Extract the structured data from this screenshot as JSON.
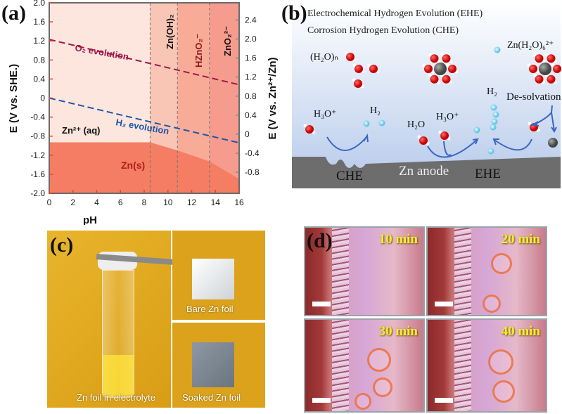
{
  "panel_a": {
    "label": "(a)",
    "y_left_label": "E (V vs. SHE.)",
    "y_right_label": "E (V vs. Zn²⁺/Zn)",
    "x_label": "pH",
    "region_labels": {
      "zn2": "Zn²⁺ (aq)",
      "znoh2": "Zn(OH)₂",
      "hzno2": "HZnO₂⁻",
      "zno2": "ZnO₂²⁻",
      "zns": "Zn(s)"
    },
    "line_labels": {
      "o2": "O₂ evolution",
      "h2": "H₂ evolution"
    }
  },
  "chart_data": {
    "type": "line",
    "title": "",
    "xlabel": "pH",
    "ylabel": "E (V vs. SHE.)",
    "y2label": "E (V vs. Zn²⁺/Zn)",
    "xlim": [
      0,
      16
    ],
    "ylim": [
      -2.0,
      2.0
    ],
    "x_ticks": [
      "0",
      "2",
      "4",
      "6",
      "8",
      "10",
      "12",
      "14",
      "16"
    ],
    "y_ticks": [
      "2.0",
      "1.6",
      "1.2",
      "0.8",
      "0.4",
      "0",
      "-0.4",
      "-0.8",
      "-1.2",
      "-1.6",
      "-2.0"
    ],
    "y2_ticks": [
      "2.4",
      "2.0",
      "1.6",
      "1.2",
      "0.8",
      "0.4",
      "0",
      "-0.4",
      "-0.8"
    ],
    "y2_offset": 0.76,
    "series": [
      {
        "name": "O₂ evolution",
        "x": [
          0,
          16
        ],
        "y": [
          1.23,
          0.28
        ],
        "color": "#a0184a",
        "dashed": true
      },
      {
        "name": "H₂ evolution",
        "x": [
          0,
          16
        ],
        "y": [
          0.0,
          -0.94
        ],
        "color": "#1f56a8",
        "dashed": true
      },
      {
        "name": "Zn(s) boundary",
        "x": [
          0,
          8.5,
          10.8,
          13.5,
          16
        ],
        "y": [
          -0.93,
          -0.93,
          -1.1,
          -1.33,
          -1.7
        ],
        "color": "#f07a60",
        "dashed": false
      }
    ],
    "phase_boundaries_pH": [
      8.5,
      10.8,
      13.5
    ],
    "region_colors": {
      "zn2": "#fde6de",
      "znoh2": "#f9c6b6",
      "hzno2": "#f8ac98",
      "zno2": "#f69c8e",
      "zns": "#f47d63"
    }
  },
  "panel_b": {
    "label": "(b)",
    "title1": "Electrochemical  Hydrogen Evolution (EHE)",
    "title2": "Corrosion Hydrogen Evolution (CHE)",
    "water_cluster": "(H₂O)ₙ",
    "hydrated_ion": "Zn(H₂O)₆²⁺",
    "h3o_left": "H₃O⁺",
    "h2_left": "H₂",
    "h2o": "H₂O",
    "h3o_mid": "H₃O⁺",
    "h2_mid": "H₂",
    "desolvation": "De-solvation",
    "che": "CHE",
    "anode": "Zn anode",
    "ehe": "EHE"
  },
  "panel_c": {
    "label": "(c)",
    "vial_caption": "Zn foil in electrolyte",
    "bare_caption": "Bare Zn foil",
    "soaked_caption": "Soaked Zn foil"
  },
  "panel_d": {
    "label": "(d)",
    "times": [
      "10 min",
      "20 min",
      "30 min",
      "40 min"
    ]
  }
}
